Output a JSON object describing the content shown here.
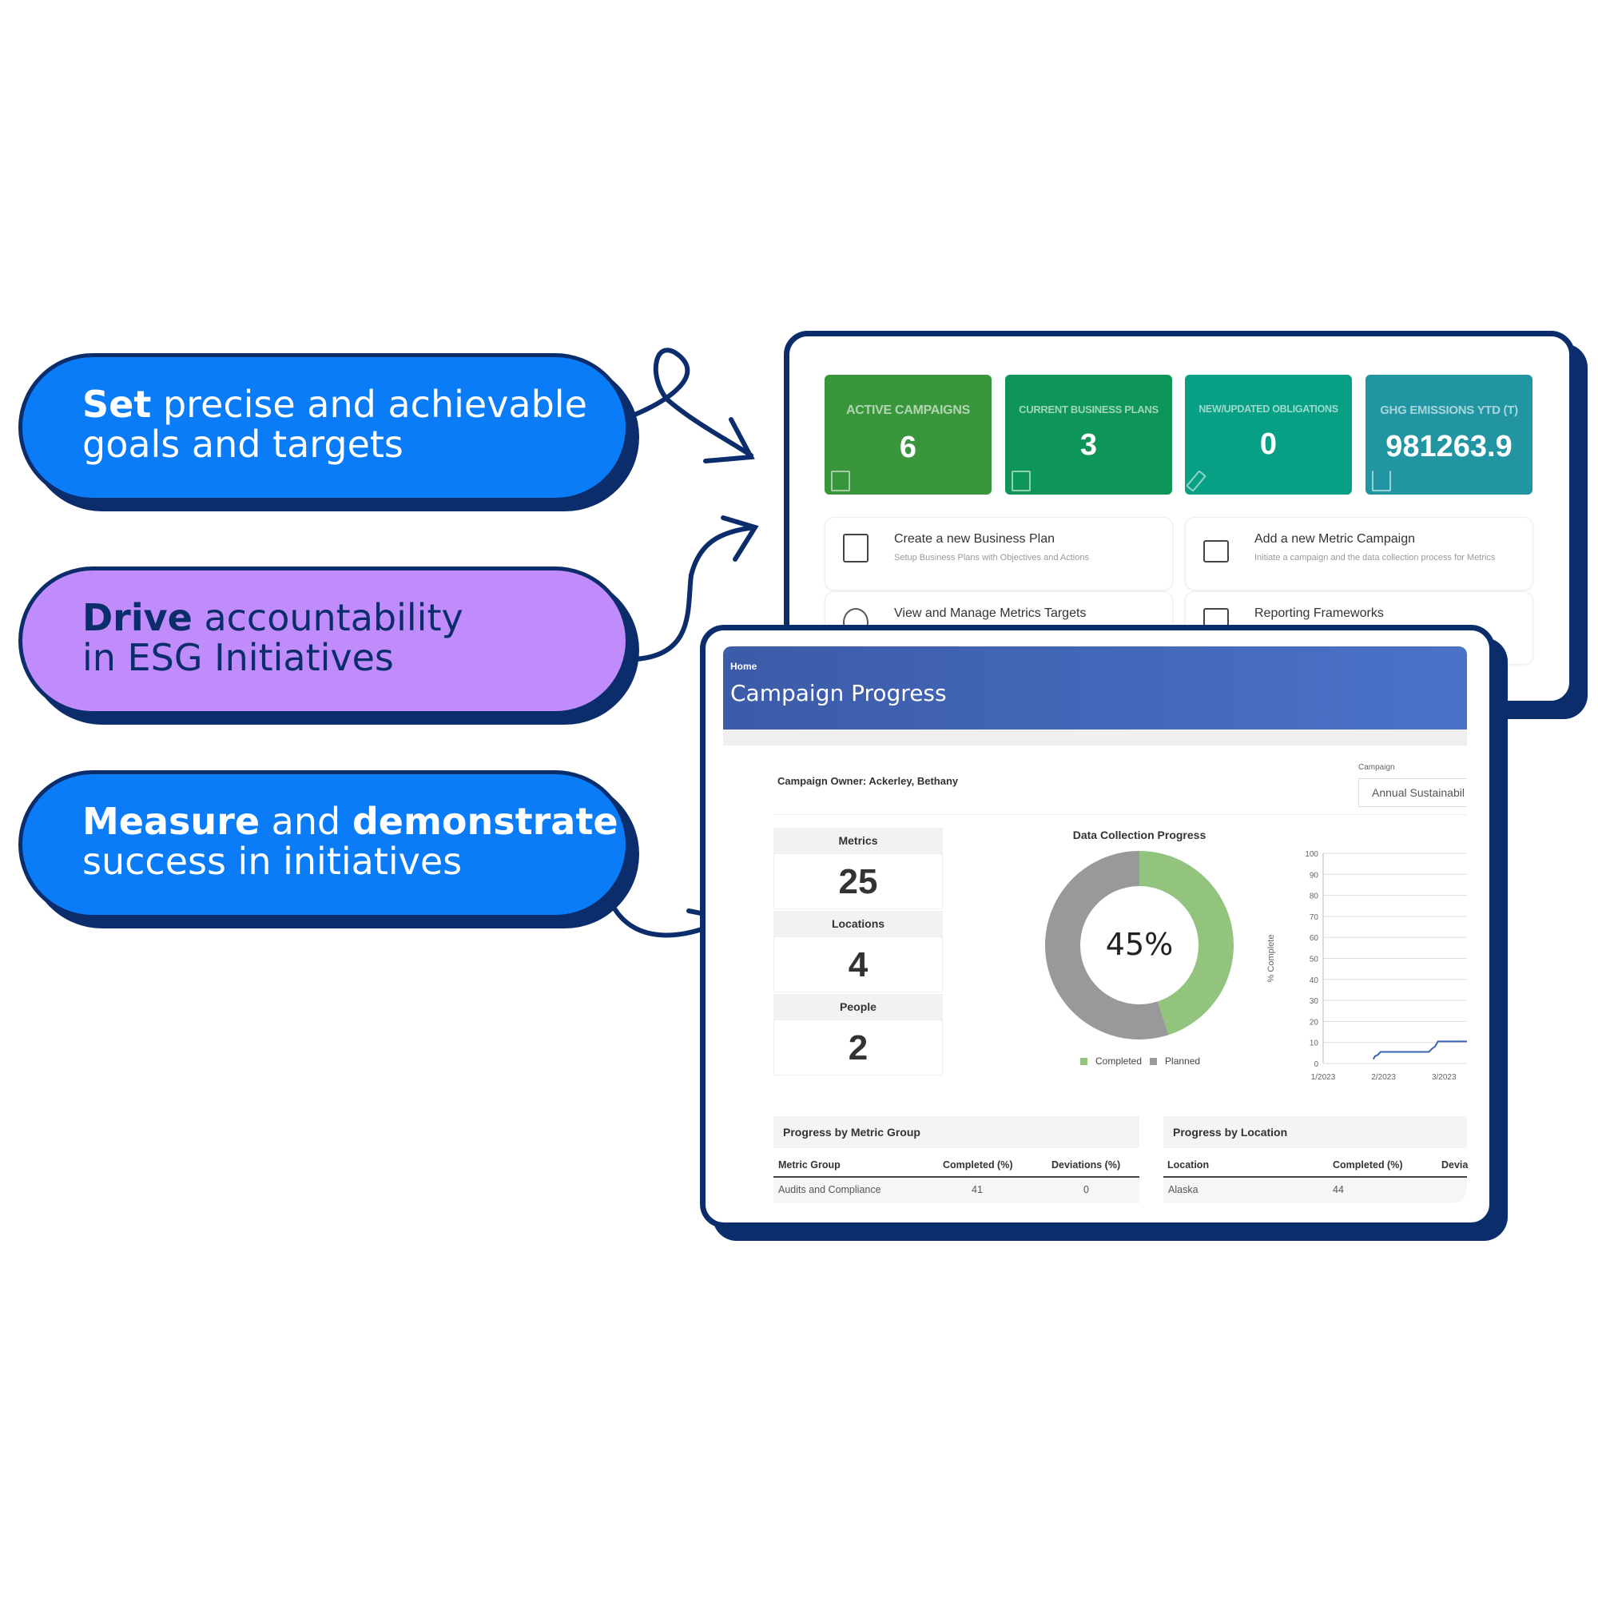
{
  "callouts": [
    {
      "bold": "Set",
      "rest": " precise and achievable",
      "line2": "goals and targets"
    },
    {
      "bold": "Drive",
      "rest": " accountability",
      "line2": "in ESG Initiatives"
    },
    {
      "bold": "Measure",
      "mid": " and ",
      "bold2": "demonstrate",
      "line2": "success in initiatives"
    }
  ],
  "dashboard": {
    "tiles": [
      {
        "label": "ACTIVE CAMPAIGNS",
        "value": "6",
        "icon": "passport-icon",
        "color": "#3a963d"
      },
      {
        "label": "CURRENT BUSINESS PLANS",
        "value": "3",
        "icon": "spreadsheet-icon",
        "color": "#0d9658"
      },
      {
        "label": "NEW/UPDATED OBLIGATIONS",
        "value": "0",
        "icon": "gavel-icon",
        "color": "#08a085"
      },
      {
        "label": "GHG EMISSIONS YTD (T)",
        "value": "981263.9",
        "icon": "factory-icon",
        "color": "#2196a2"
      }
    ],
    "actions": [
      {
        "title": "Create a new Business Plan",
        "subtitle": "Setup Business Plans with Objectives and Actions",
        "icon": "document-icon"
      },
      {
        "title": "Add a new Metric Campaign",
        "subtitle": "Initiate a campaign and the data collection process for Metrics",
        "icon": "briefcase-icon"
      },
      {
        "title": "View and Manage Metrics Targets",
        "icon": "target-icon"
      },
      {
        "title": "Reporting Frameworks",
        "icon": "report-chart-icon"
      }
    ]
  },
  "campaign": {
    "breadcrumb": "Home",
    "title": "Campaign Progress",
    "owner": "Campaign Owner: Ackerley, Bethany",
    "campaign_label": "Campaign",
    "campaign_value": "Annual Sustainabil",
    "stats": [
      {
        "label": "Metrics",
        "value": "25"
      },
      {
        "label": "Locations",
        "value": "4"
      },
      {
        "label": "People",
        "value": "2"
      }
    ],
    "metric_table": {
      "title": "Progress by Metric Group",
      "headers": [
        "Metric Group",
        "Completed (%)",
        "Deviations (%)"
      ],
      "rows": [
        [
          "Audits and Compliance",
          "41",
          "0"
        ]
      ]
    },
    "location_table": {
      "title": "Progress by Location",
      "headers": [
        "Location",
        "Completed (%)",
        "Devia"
      ],
      "rows": [
        [
          "Alaska",
          "44",
          ""
        ]
      ]
    }
  },
  "chart_data": [
    {
      "type": "pie",
      "title": "Data Collection Progress",
      "center_label": "45%",
      "categories": [
        "Completed",
        "Planned"
      ],
      "values": [
        45,
        55
      ],
      "colors": [
        "#93c47d",
        "#999999"
      ]
    },
    {
      "type": "line",
      "ylabel": "% Complete",
      "ylim": [
        0,
        100
      ],
      "yticks": [
        0,
        10,
        20,
        30,
        40,
        50,
        60,
        70,
        80,
        90,
        100
      ],
      "xticks": [
        "1/2023",
        "2/2023",
        "3/2023"
      ],
      "xlim": [
        1,
        3.38
      ],
      "x": [
        1.83,
        1.86,
        1.9,
        1.95,
        1.97,
        2.75,
        2.8,
        2.85,
        2.9,
        3.38
      ],
      "y": [
        2,
        3.5,
        4,
        5.5,
        5.5,
        5.5,
        7,
        8,
        10.5,
        10.5
      ],
      "color": "#3a62b0"
    }
  ]
}
